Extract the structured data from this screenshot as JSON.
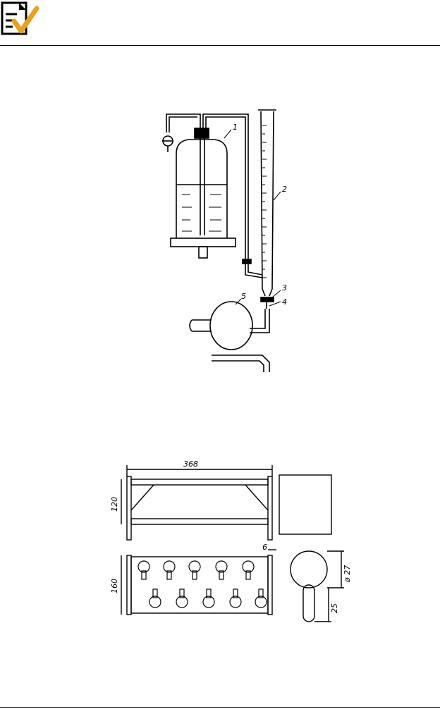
{
  "figure1": {
    "part_labels": [
      "1",
      "2",
      "3",
      "4",
      "5"
    ]
  },
  "figure2": {
    "dimensions": {
      "length": "368",
      "height_top": "120",
      "height_bottom": "160",
      "gap": "6",
      "diameter": "ø 27",
      "stem": "25"
    }
  },
  "colors": {
    "ink": "#000000",
    "logo_accent": "#e8a020"
  }
}
